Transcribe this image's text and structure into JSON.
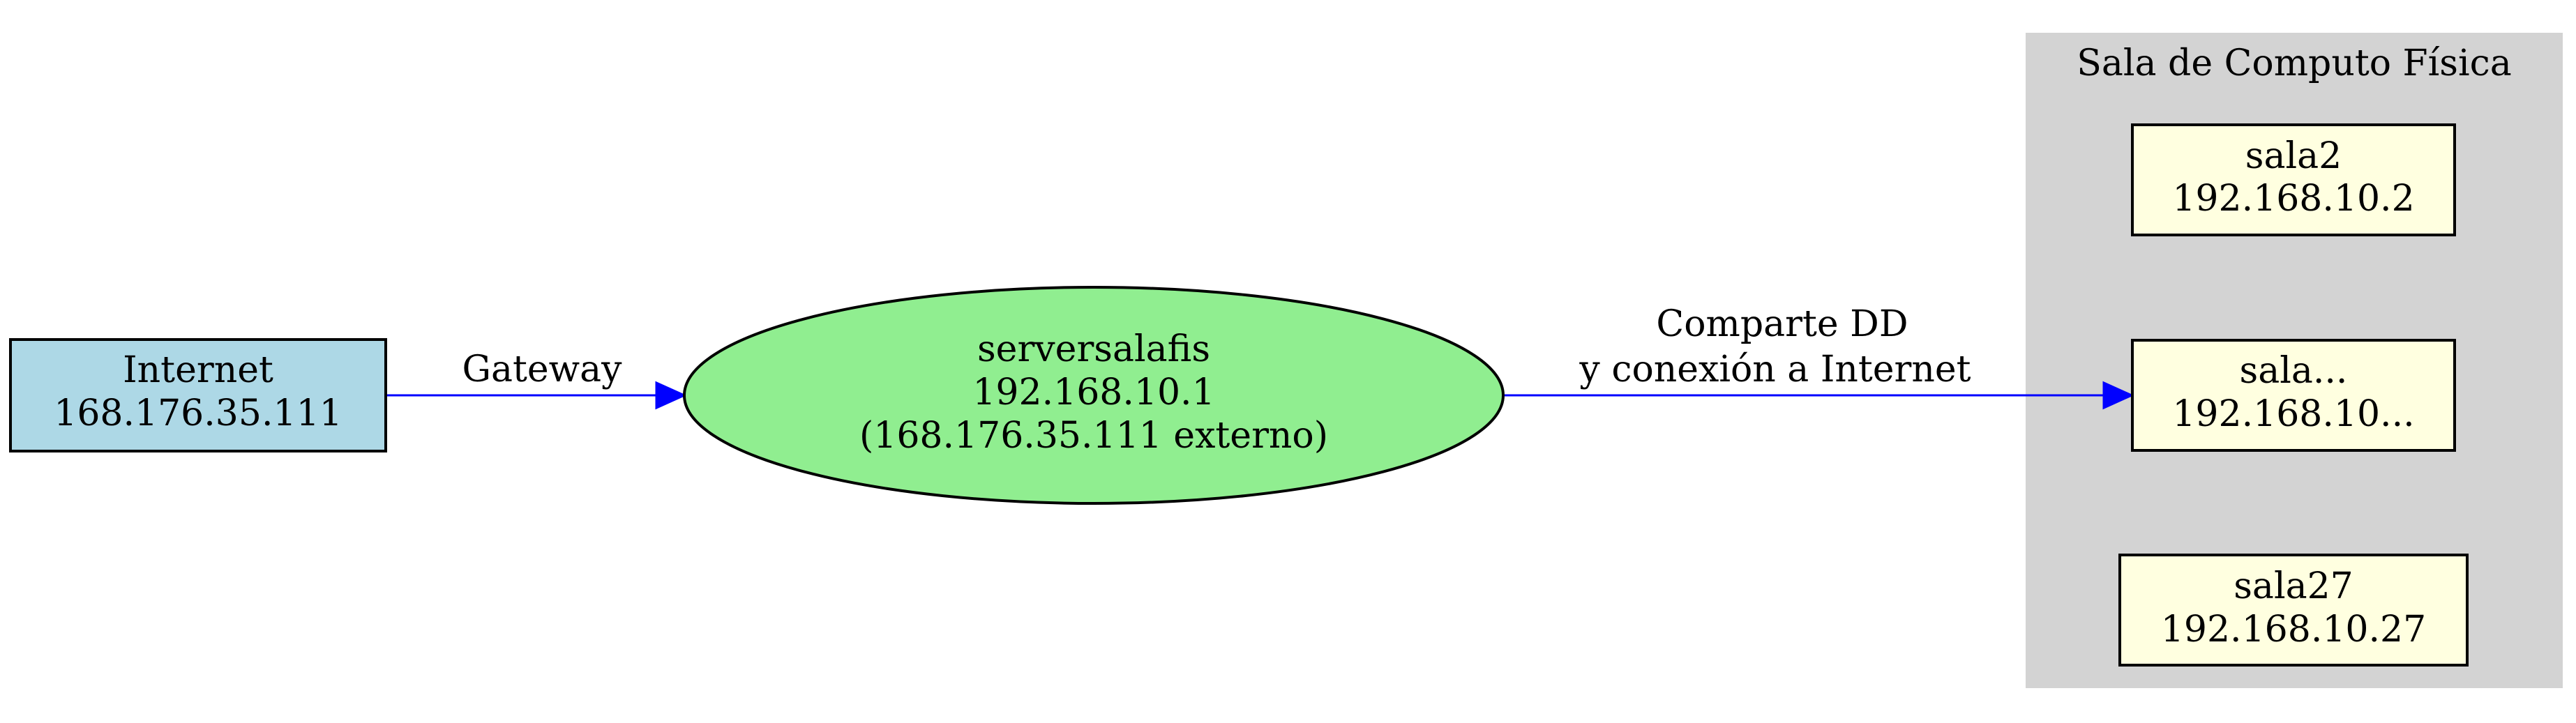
{
  "diagram": {
    "type": "graphviz-network",
    "cluster": {
      "title": "Sala de Computo Física",
      "fill": "#d3d3d3"
    },
    "nodes": {
      "internet": {
        "line1": "Internet",
        "line2": "168.176.35.111",
        "shape": "box",
        "fill": "#add8e6"
      },
      "server": {
        "line1": "serversalafis",
        "line2": "192.168.10.1",
        "line3": "(168.176.35.111 externo)",
        "shape": "ellipse",
        "fill": "#90ee90"
      },
      "sala2": {
        "line1": "sala2",
        "line2": "192.168.10.2",
        "shape": "box",
        "fill": "#ffffe0"
      },
      "sala_mid": {
        "line1": "sala...",
        "line2": "192.168.10...",
        "shape": "box",
        "fill": "#ffffe0"
      },
      "sala27": {
        "line1": "sala27",
        "line2": "192.168.10.27",
        "shape": "box",
        "fill": "#ffffe0"
      }
    },
    "edges": [
      {
        "from": "internet",
        "to": "server",
        "label": "Gateway",
        "color": "#0000ff"
      },
      {
        "from": "server",
        "to": "sala_mid",
        "label_line1": "Comparte DD",
        "label_line2": "y conexión a Internet",
        "color": "#0000ff"
      }
    ]
  }
}
